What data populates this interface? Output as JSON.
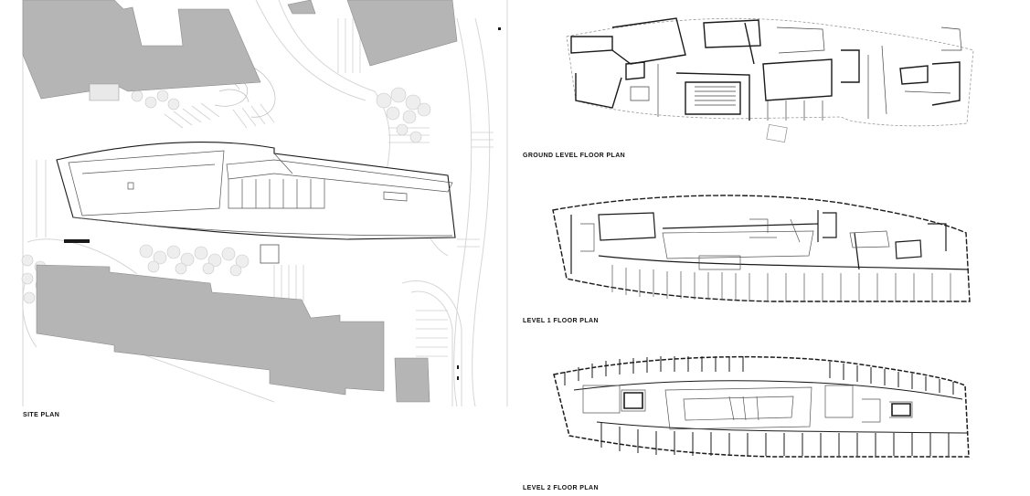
{
  "labels": {
    "site_plan": "SITE PLAN",
    "ground_level": "GROUND LEVEL FLOOR PLAN",
    "level_1": "LEVEL 1 FLOOR PLAN",
    "level_2": "LEVEL 2 FLOOR PLAN"
  },
  "colors": {
    "background": "#ffffff",
    "building_fill": "#b5b5b5",
    "line": "#1a1a1a",
    "light_line": "#cfcfcf",
    "tree": "#dcdcdc"
  }
}
